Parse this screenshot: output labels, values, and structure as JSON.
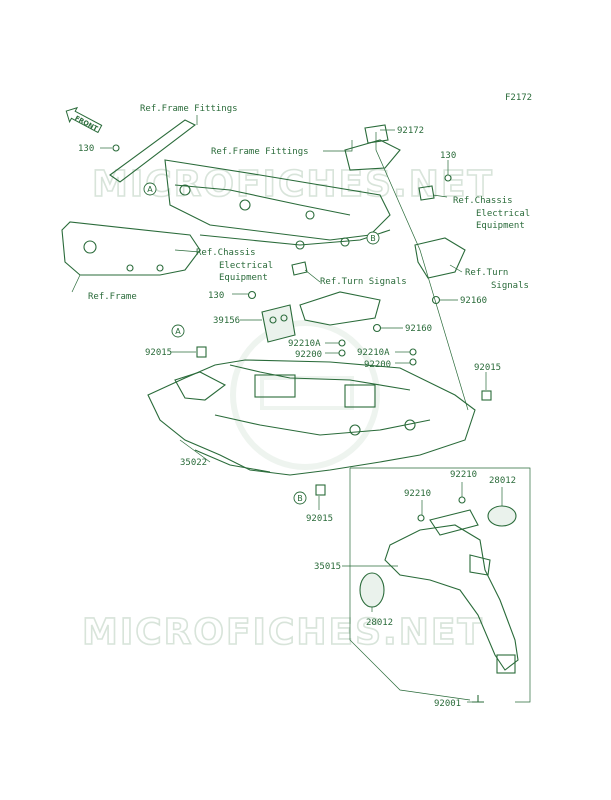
{
  "figure_code": "F2172",
  "front_arrow": "FRONT",
  "watermarks": [
    "MICROFICHES.NET",
    "MICROFICHES.NET"
  ],
  "callouts": {
    "ref_frame_fittings_1": "Ref.Frame Fittings",
    "ref_frame_fittings_2": "Ref.Frame Fittings",
    "p92172": "92172",
    "p130_a": "130",
    "p130_b": "130",
    "p130_c": "130",
    "ref_chassis_1_l1": "Ref.Chassis",
    "ref_chassis_1_l2": "Electrical",
    "ref_chassis_1_l3": "Equipment",
    "ref_chassis_2_l1": "Ref.Chassis",
    "ref_chassis_2_l2": "Electrical",
    "ref_chassis_2_l3": "Equipment",
    "ref_frame": "Ref.Frame",
    "ref_turn_signals_1": "Ref.Turn Signals",
    "ref_turn_signals_2_l1": "Ref.Turn",
    "ref_turn_signals_2_l2": "Signals",
    "p92160_a": "92160",
    "p92160_b": "92160",
    "p39156": "39156",
    "p92210A_a": "92210A",
    "p92210A_b": "92210A",
    "p92200_a": "92200",
    "p92200_b": "92200",
    "p92015_a": "92015",
    "p92015_b": "92015",
    "p92015_c": "92015",
    "p35022": "35022",
    "p92210_a": "92210",
    "p92210_b": "92210",
    "p28012_a": "28012",
    "p28012_b": "28012",
    "p35015": "35015",
    "p92001": "92001"
  },
  "markers": {
    "a1": "A",
    "a2": "A",
    "b1": "B",
    "b2": "B"
  }
}
